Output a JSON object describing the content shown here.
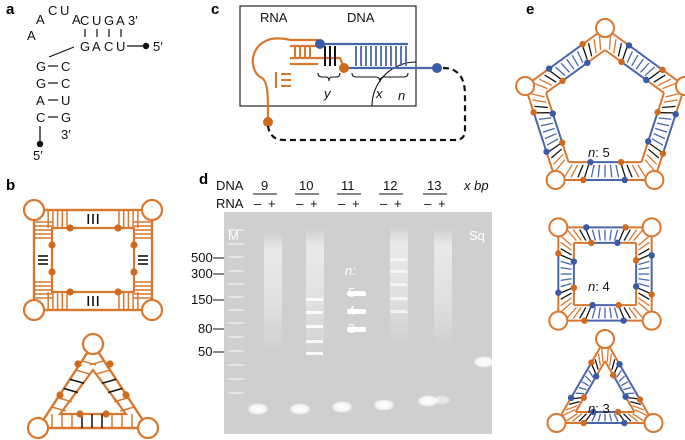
{
  "colors": {
    "rna": "#d9772e",
    "dna": "#4a66aa",
    "dot_rna": "#d06a1e",
    "dot_dna": "#3b5ba8",
    "black": "#111111",
    "gel_bg": "#cfcfcf"
  },
  "panels": {
    "a": "a",
    "b": "b",
    "c": "c",
    "d": "d",
    "e": "e"
  },
  "panel_a": {
    "loop": [
      "A",
      "C",
      "U",
      "A",
      "A"
    ],
    "top_strand": [
      "C",
      "U",
      "G",
      "A",
      "3′"
    ],
    "bottom_strand": [
      "G",
      "A",
      "C",
      "U"
    ],
    "five_prime_right": "5′",
    "stem_left": [
      "G",
      "G",
      "A",
      "C"
    ],
    "stem_right": [
      "C",
      "C",
      "U",
      "G"
    ],
    "three_prime_bottom": "3′",
    "five_prime_bottom": "5′"
  },
  "panel_c": {
    "rna": "RNA",
    "dna": "DNA",
    "y": "y",
    "x": "x",
    "n": "n"
  },
  "panel_d": {
    "dna_label": "DNA",
    "rna_label": "RNA",
    "dna_lengths": [
      "9",
      "10",
      "11",
      "12",
      "13"
    ],
    "x_bp": "x bp",
    "rna_signs": [
      "–",
      "+",
      "–",
      "+",
      "–",
      "+",
      "–",
      "+",
      "–",
      "+"
    ],
    "marker": "M",
    "sq": "Sq",
    "ladder": [
      "500",
      "300",
      "150",
      "80",
      "50"
    ],
    "n_label": "n:",
    "n_values": [
      "5",
      "4",
      "3"
    ]
  },
  "panel_e": {
    "n5": "n: 5",
    "n4": "n: 4",
    "n3": "n: 3"
  }
}
